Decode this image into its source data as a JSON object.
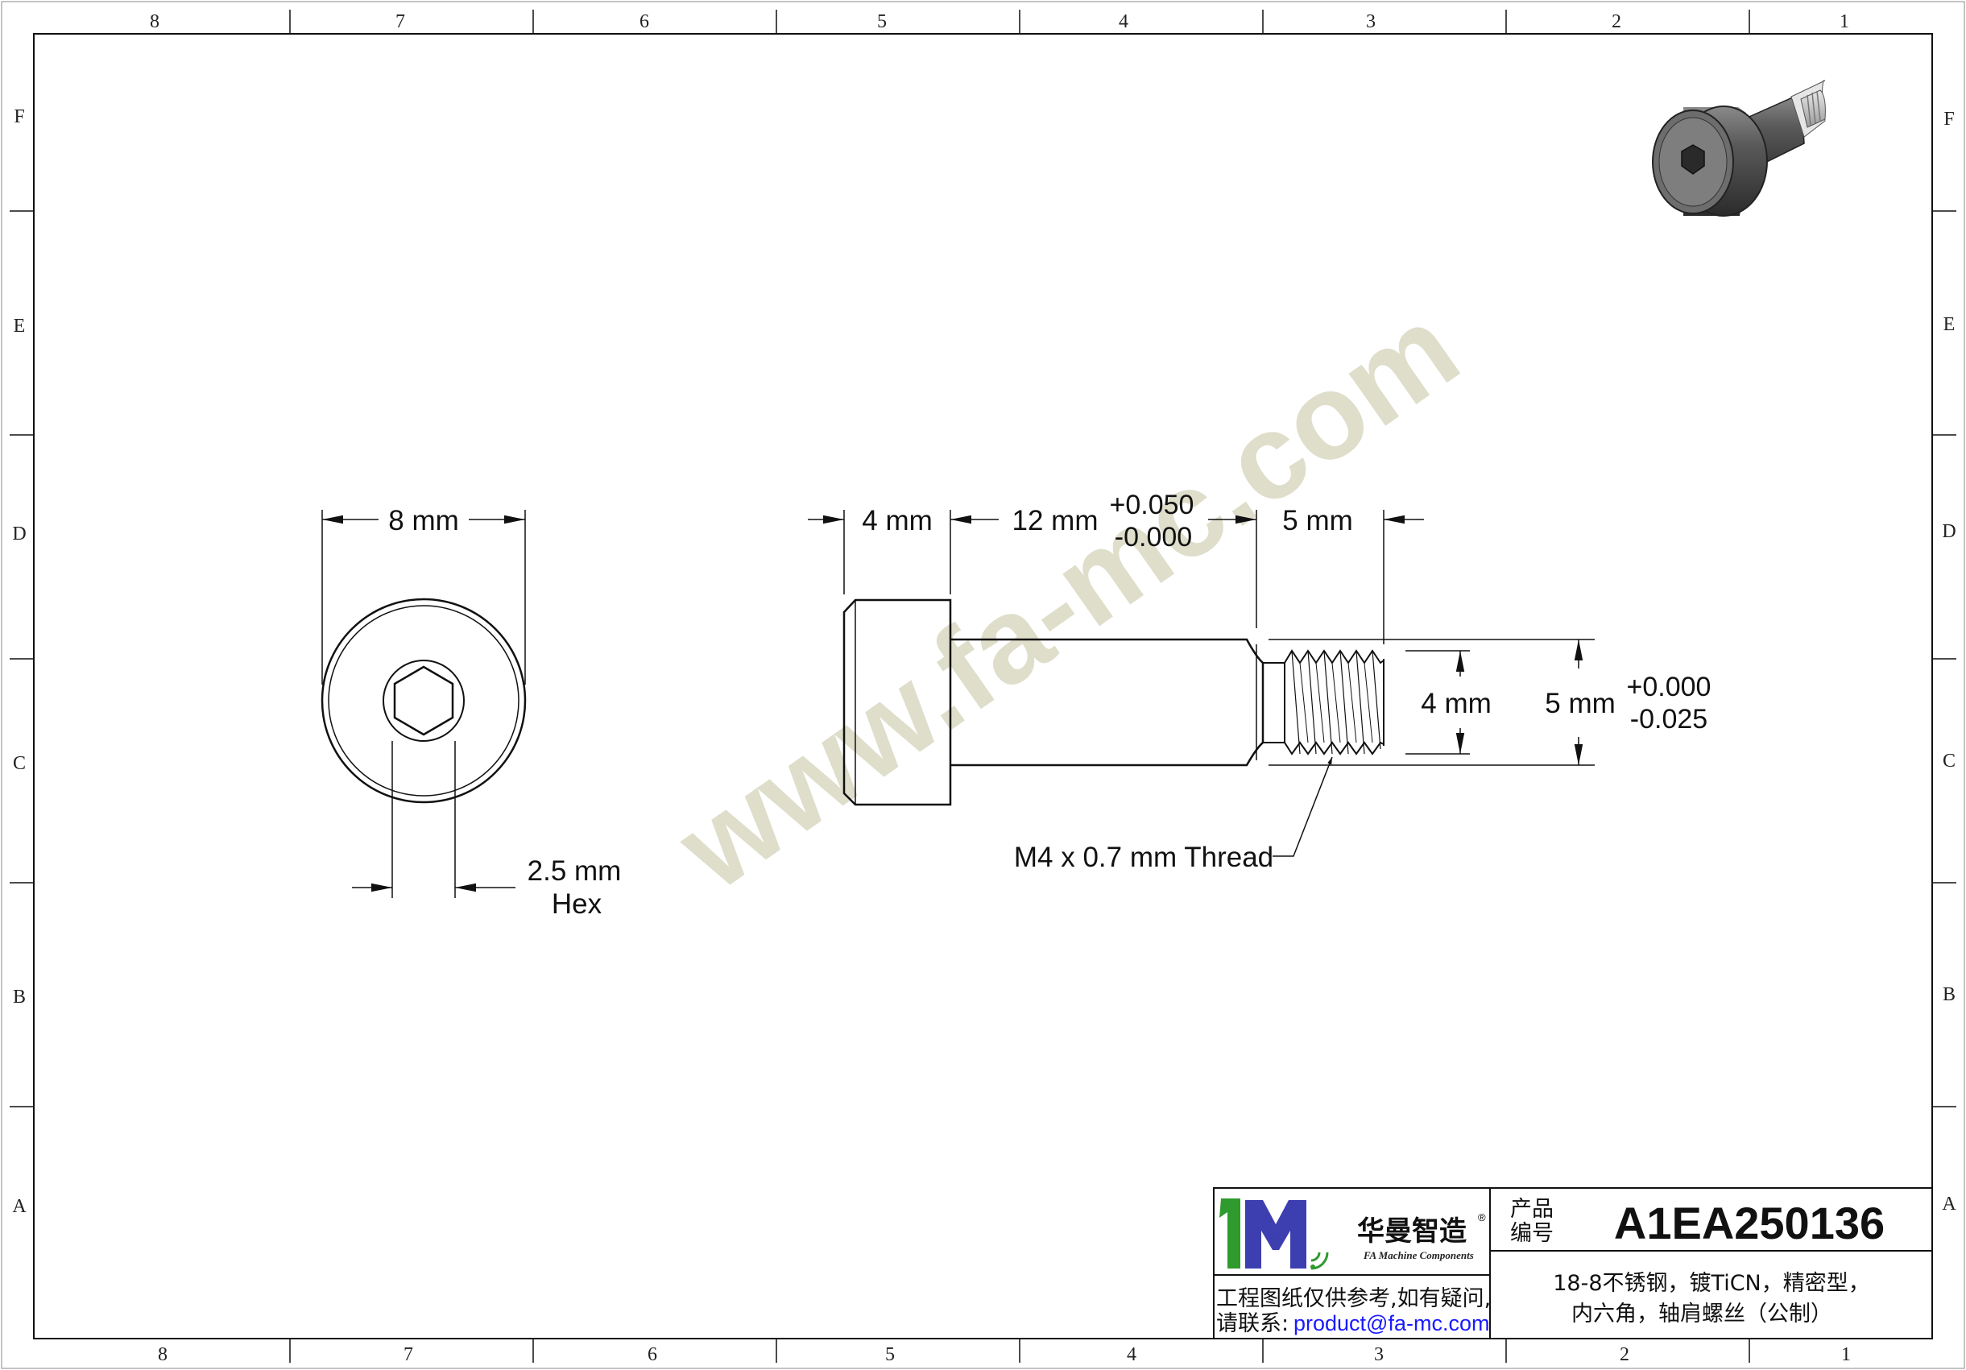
{
  "zones": {
    "columns": [
      "8",
      "7",
      "6",
      "5",
      "4",
      "3",
      "2",
      "1"
    ],
    "rows": [
      "F",
      "E",
      "D",
      "C",
      "B",
      "A"
    ]
  },
  "watermark": "www.fa-mc.com",
  "end_view": {
    "diameter": "8 mm",
    "hex_size": "2.5 mm",
    "hex_label": "Hex"
  },
  "side_view": {
    "head_length": "4 mm",
    "shoulder_length": "12 mm",
    "shoulder_tol_upper": "+0.050",
    "shoulder_tol_lower": "-0.000",
    "thread_length": "5 mm",
    "thread_dia": "4 mm",
    "shoulder_dia": "5 mm",
    "shoulder_dia_tol_upper": "+0.000",
    "shoulder_dia_tol_lower": "-0.025",
    "thread_callout": "M4 x 0.7 mm Thread"
  },
  "title_block": {
    "brand_cn": "华曼智造",
    "brand_en": "FA Machine Components",
    "registered": "®",
    "part_no_label_1": "产品",
    "part_no_label_2": "编号",
    "part_no": "A1EA250136",
    "desc_line1": "18-8不锈钢，镀TiCN，精密型，",
    "desc_line2": "内六角，轴肩螺丝（公制）",
    "note_line1": "工程图纸仅供参考,如有疑问,",
    "note_prefix": "请联系:",
    "email": "product@fa-mc.com"
  },
  "colors": {
    "line": "#111111",
    "watermark": "#d9d9c3",
    "logo_green": "#2f9a2e",
    "logo_blue": "#3d3fb0",
    "email": "#1a1aff"
  }
}
